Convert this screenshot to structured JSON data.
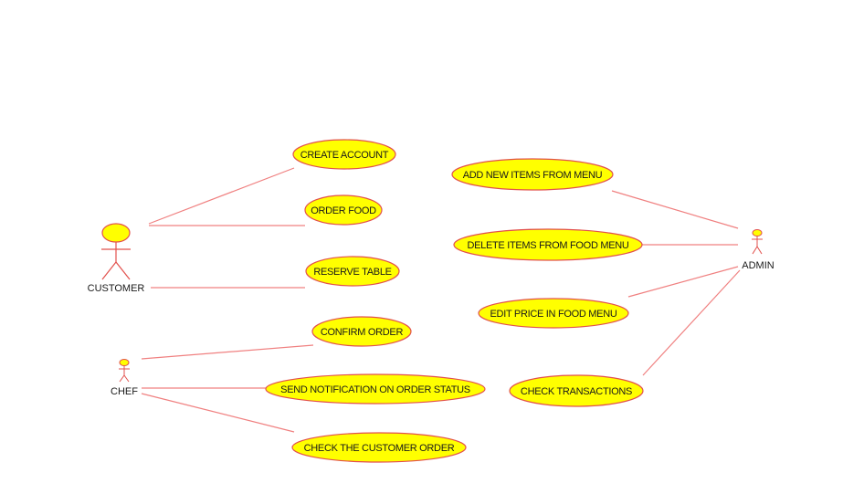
{
  "colors": {
    "line": "#f08080",
    "ellipse_fill": "#ffff00",
    "ellipse_stroke": "#e2504c",
    "actor_fill": "#ffff00",
    "actor_stroke": "#e2504c"
  },
  "actors": {
    "customer": {
      "label": "CUSTOMER"
    },
    "chef": {
      "label": "CHEF"
    },
    "admin": {
      "label": "ADMIN"
    }
  },
  "use_cases": {
    "create_account": "CREATE ACCOUNT",
    "order_food": "ORDER FOOD",
    "reserve_table": "RESERVE TABLE",
    "confirm_order": "CONFIRM ORDER",
    "send_notification": "SEND NOTIFICATION ON ORDER STATUS",
    "check_customer_order": "CHECK THE CUSTOMER ORDER",
    "add_new_items": "ADD NEW ITEMS FROM MENU",
    "delete_items": "DELETE ITEMS FROM FOOD MENU",
    "edit_price": "EDIT PRICE IN FOOD MENU",
    "check_transactions": "CHECK TRANSACTIONS"
  }
}
